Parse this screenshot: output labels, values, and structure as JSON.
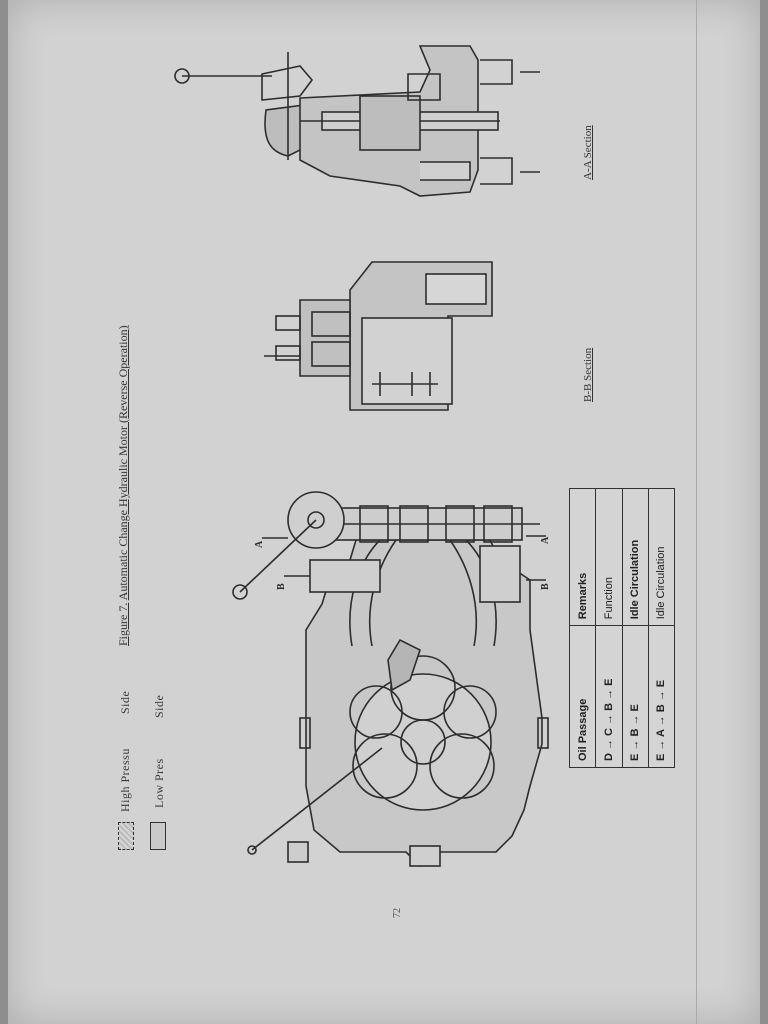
{
  "legend": {
    "high_label": "High Pressu",
    "high_side": "Side",
    "low_label": "Low Pres",
    "low_side": "Side"
  },
  "figure_title": {
    "number": "Figure 7.",
    "text": "Automatic Change Hydraulic Motor (Reverse Operation)"
  },
  "labels": {
    "aa_section": "A-A Section",
    "bb_section": "B-B Section",
    "marker_a": "A",
    "marker_b": "B",
    "marker_a2": "A",
    "marker_b2": "B"
  },
  "table": {
    "headers": [
      "Oil Passage",
      "Remarks"
    ],
    "rows": [
      {
        "passage": "D → C → B → E",
        "remark": "Function"
      },
      {
        "passage": "E → B → E",
        "remark": "Idle Circulation"
      },
      {
        "passage": "E → A → B → E",
        "remark": "Idle Circulation"
      }
    ]
  },
  "page_number": "72"
}
